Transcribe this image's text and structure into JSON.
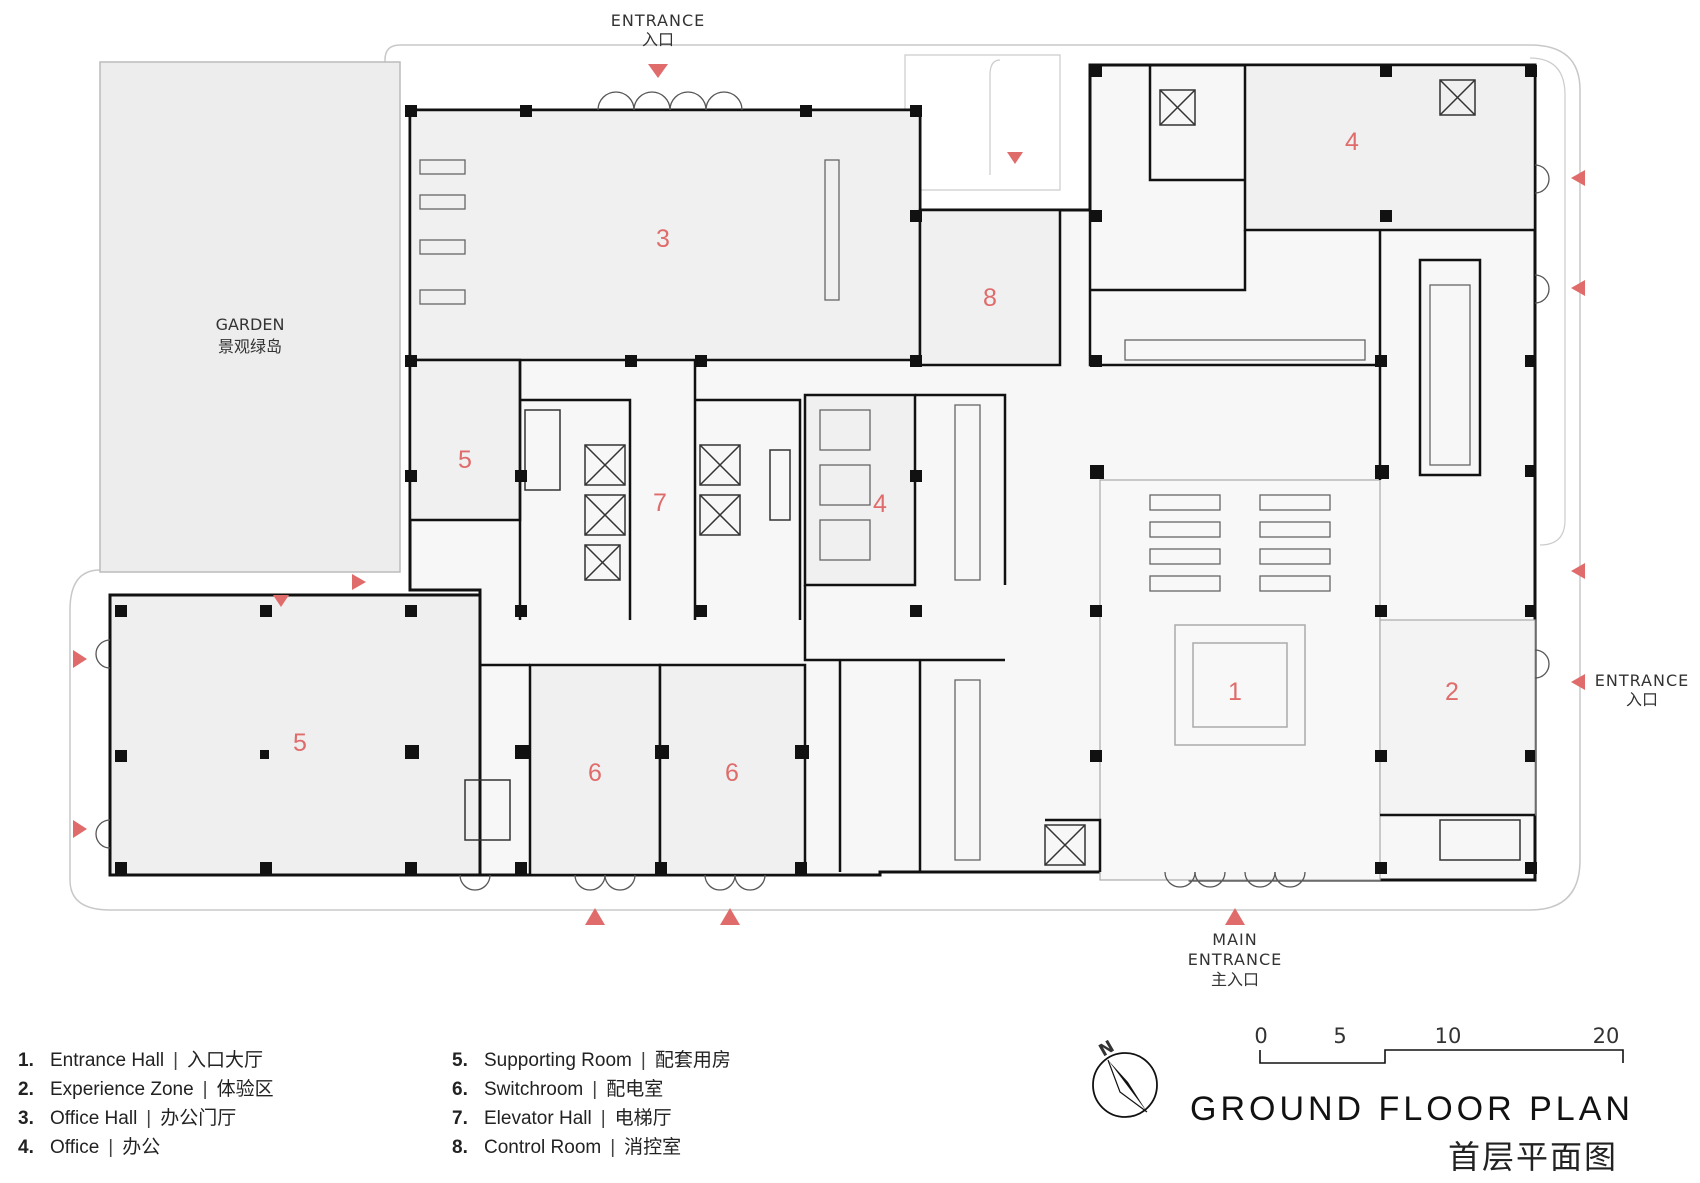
{
  "title": {
    "en": "GROUND FLOOR PLAN",
    "cn": "首层平面图"
  },
  "garden": {
    "en": "GARDEN",
    "cn": "景观绿岛"
  },
  "entrances": {
    "top": {
      "en": "ENTRANCE",
      "cn": "入口"
    },
    "right": {
      "en": "ENTRANCE",
      "cn": "入口"
    },
    "main": {
      "en1": "MAIN",
      "en2": "ENTRANCE",
      "cn": "主入口"
    }
  },
  "rooms": {
    "r1": "1",
    "r2": "2",
    "r3": "3",
    "r4a": "4",
    "r4b": "4",
    "r5a": "5",
    "r5b": "5",
    "r6a": "6",
    "r6b": "6",
    "r7": "7",
    "r8": "8"
  },
  "legend": [
    {
      "num": "1.",
      "en": "Entrance Hall",
      "cn": "入口大厅"
    },
    {
      "num": "2.",
      "en": "Experience Zone",
      "cn": "体验区"
    },
    {
      "num": "3.",
      "en": "Office Hall",
      "cn": "办公门厅"
    },
    {
      "num": "4.",
      "en": "Office",
      "cn": "办公"
    },
    {
      "num": "5.",
      "en": "Supporting Room",
      "cn": "配套用房"
    },
    {
      "num": "6.",
      "en": "Switchroom",
      "cn": "配电室"
    },
    {
      "num": "7.",
      "en": "Elevator Hall",
      "cn": "电梯厅"
    },
    {
      "num": "8.",
      "en": "Control Room",
      "cn": "消控室"
    }
  ],
  "legend_separator": "|",
  "north": "N",
  "scale": {
    "ticks": [
      "0",
      "5",
      "10",
      "20"
    ]
  },
  "colors": {
    "accent": "#e06b6b",
    "wall": "#111111",
    "room_fill": "#f2f2f2",
    "garden_fill": "#ededed"
  }
}
